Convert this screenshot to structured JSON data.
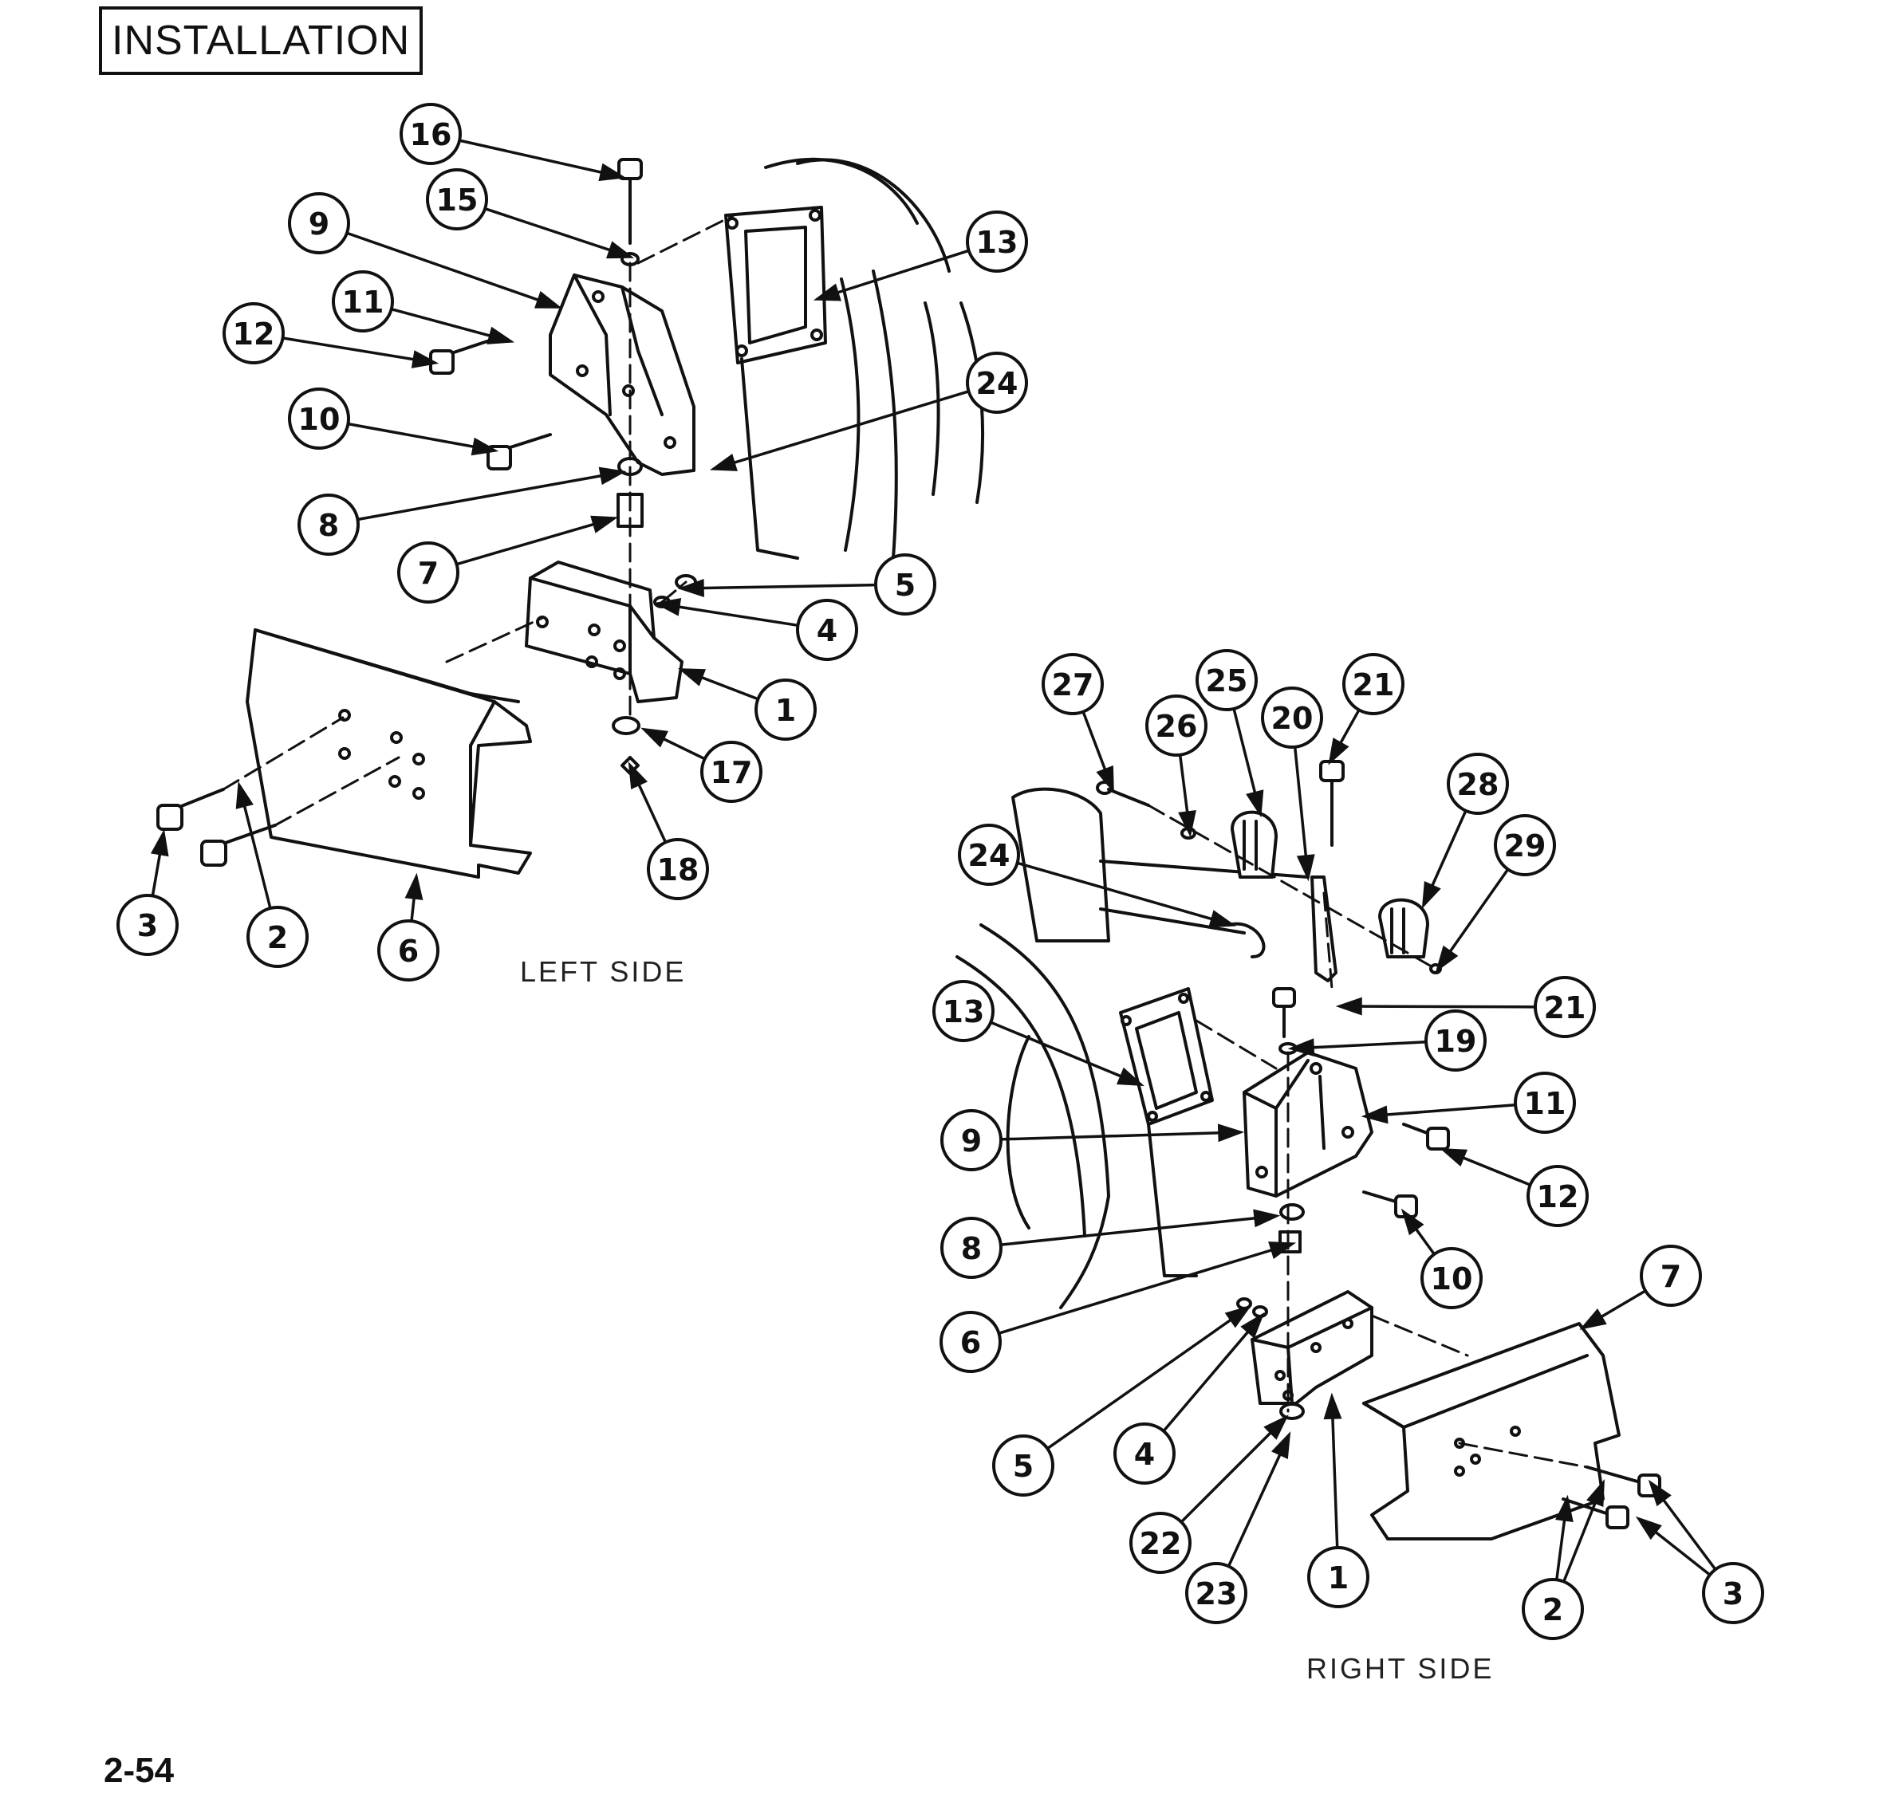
{
  "header": {
    "title": "INSTALLATION"
  },
  "views": [
    {
      "id": "left",
      "label": "LEFT SIDE",
      "callouts": [
        "16",
        "15",
        "9",
        "13",
        "11",
        "12",
        "24",
        "10",
        "8",
        "7",
        "5",
        "4",
        "1",
        "17",
        "18",
        "3",
        "2",
        "6"
      ]
    },
    {
      "id": "right",
      "label": "RIGHT SIDE",
      "callouts": [
        "27",
        "25",
        "21",
        "20",
        "26",
        "28",
        "24",
        "29",
        "13",
        "21",
        "19",
        "11",
        "9",
        "12",
        "8",
        "10",
        "7",
        "6",
        "5",
        "4",
        "22",
        "23",
        "1",
        "2",
        "3"
      ]
    }
  ],
  "footer": {
    "page_number": "2-54"
  },
  "colors": {
    "ink": "#111111",
    "paper": "#ffffff"
  }
}
